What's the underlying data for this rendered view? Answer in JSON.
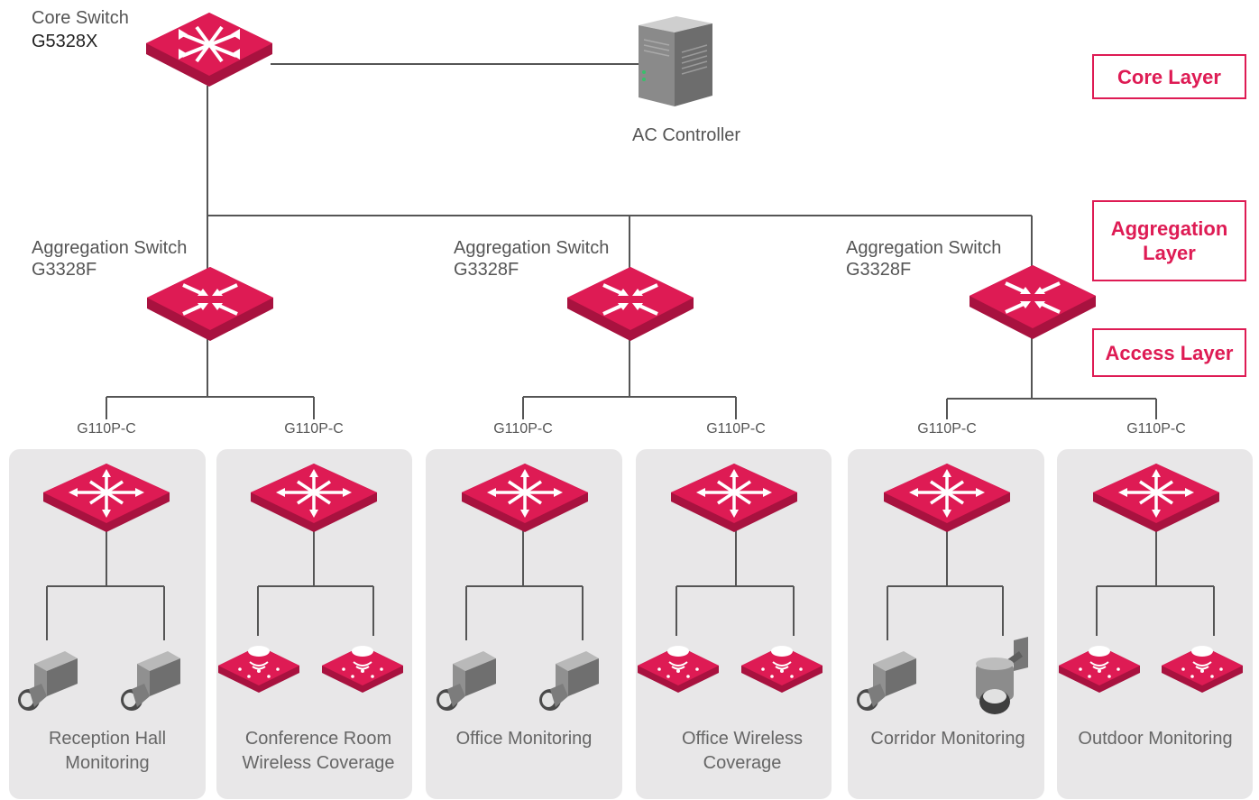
{
  "core": {
    "title": "Core Switch",
    "model": "G5328X"
  },
  "controller": {
    "label": "AC Controller"
  },
  "aggregation": [
    {
      "title": "Aggregation Switch",
      "model": "G3328F"
    },
    {
      "title": "Aggregation Switch",
      "model": "G3328F"
    },
    {
      "title": "Aggregation Switch",
      "model": "G3328F"
    }
  ],
  "access_switches": [
    {
      "model": "G110P-C",
      "caption_lines": [
        "Reception Hall",
        "Monitoring"
      ]
    },
    {
      "model": "G110P-C",
      "caption_lines": [
        "Conference Room",
        "Wireless Coverage"
      ]
    },
    {
      "model": "G110P-C",
      "caption_lines": [
        "Office Monitoring"
      ]
    },
    {
      "model": "G110P-C",
      "caption_lines": [
        "Office Wireless",
        "Coverage"
      ]
    },
    {
      "model": "G110P-C",
      "caption_lines": [
        "Corridor Monitoring"
      ]
    },
    {
      "model": "G110P-C",
      "caption_lines": [
        "Outdoor Monitoring"
      ]
    }
  ],
  "layers": {
    "core": "Core Layer",
    "aggregation": "Aggregation Layer",
    "access": "Access Layer"
  },
  "colors": {
    "accent": "#de1b54",
    "line": "#555555",
    "panel": "#e8e7e8"
  },
  "icons": {
    "core_switch": "core-switch-icon",
    "server": "server-icon",
    "aggregation_switch": "aggregation-switch-icon",
    "access_switch": "access-switch-icon",
    "camera": "bullet-camera-icon",
    "ptz_camera": "ptz-camera-icon",
    "access_point": "wireless-ap-icon"
  }
}
